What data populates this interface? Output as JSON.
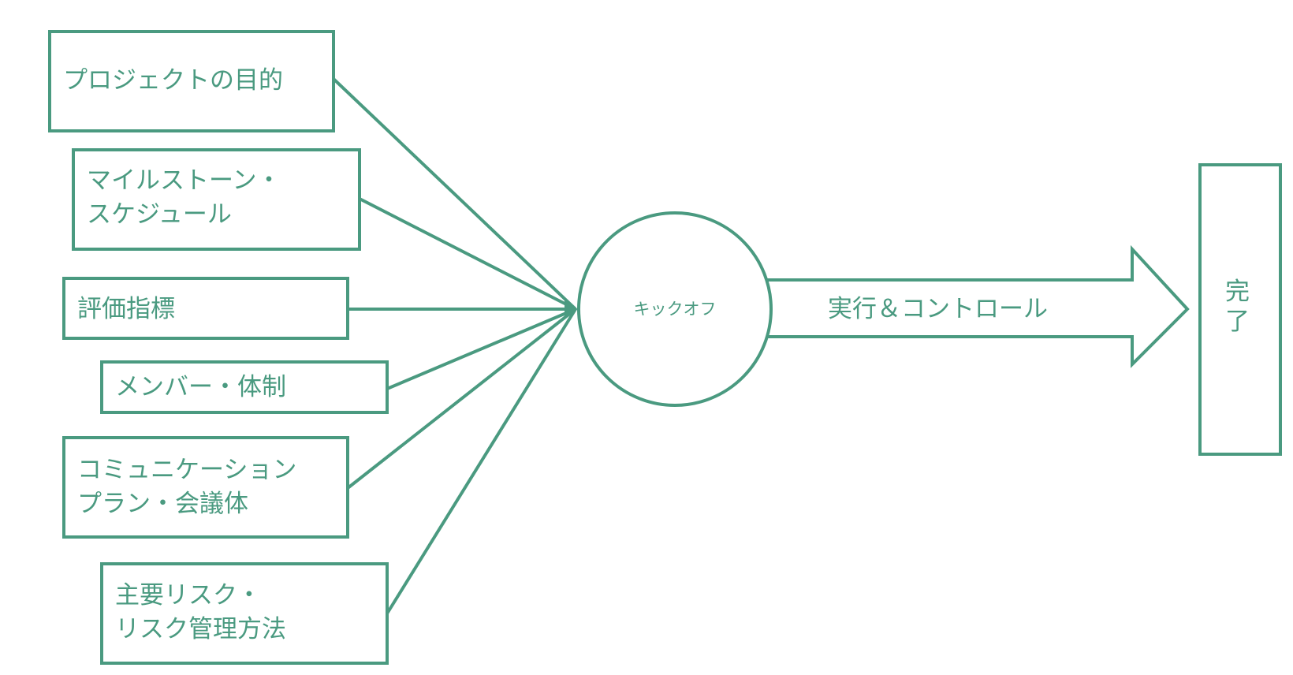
{
  "colors": {
    "accent": "#4a9a80",
    "background": "#ffffff"
  },
  "inputs": [
    {
      "id": "purpose",
      "lines": [
        "プロジェクトの目的"
      ]
    },
    {
      "id": "milestone",
      "lines": [
        "マイルストーン・",
        "スケジュール"
      ]
    },
    {
      "id": "metrics",
      "lines": [
        "評価指標"
      ]
    },
    {
      "id": "members",
      "lines": [
        "メンバー・体制"
      ]
    },
    {
      "id": "communication",
      "lines": [
        "コミュニケーション",
        "プラン・会議体"
      ]
    },
    {
      "id": "risk",
      "lines": [
        "主要リスク・",
        "リスク管理方法"
      ]
    }
  ],
  "hub": {
    "label": "キックオフ"
  },
  "arrow": {
    "label": "実行＆コントロール"
  },
  "end": {
    "lines": [
      "完",
      "了"
    ]
  }
}
